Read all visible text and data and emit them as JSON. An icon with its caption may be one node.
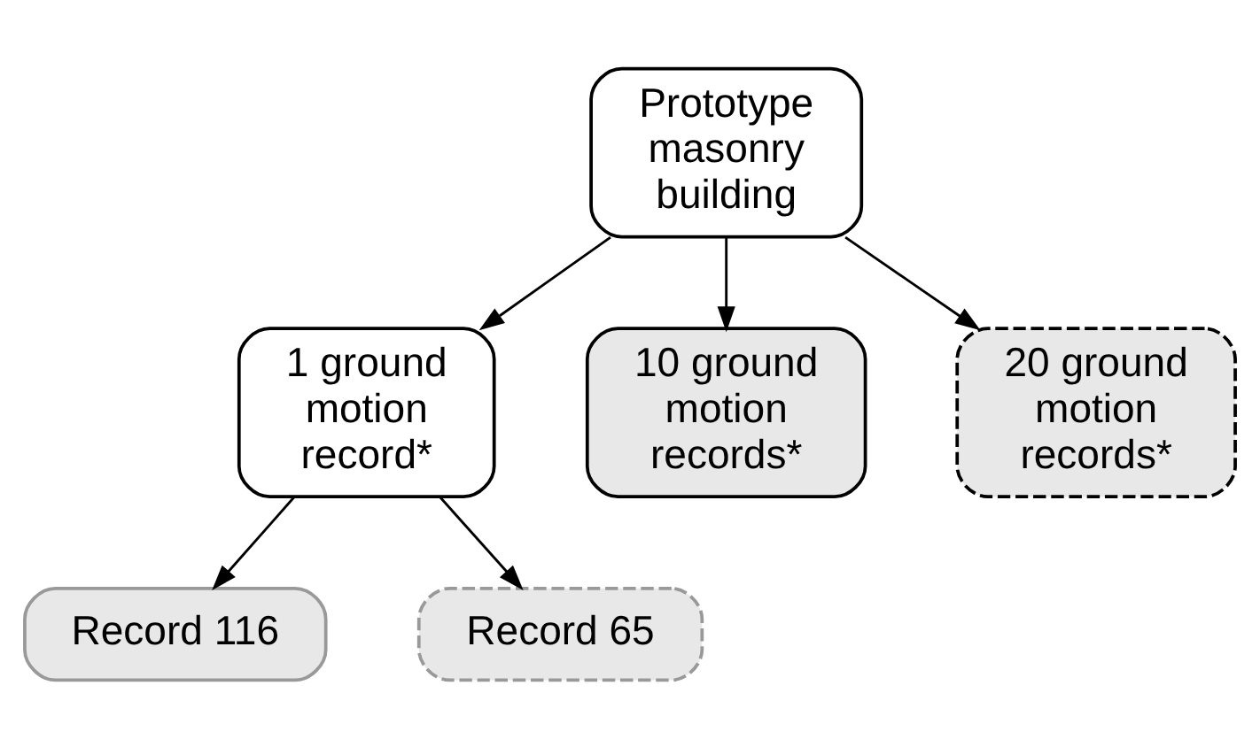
{
  "diagram": {
    "nodes": [
      {
        "text": [
          "Prototype masonry building"
        ]
      },
      {
        "text": [
          "1 ground motion record*"
        ]
      },
      {
        "text": [
          "10 ground motion records*"
        ]
      },
      {
        "text": [
          "20 ground motion records*"
        ]
      },
      {
        "text": [
          "Record 116"
        ]
      },
      {
        "text": [
          "Record 65"
        ]
      }
    ],
    "edges": [
      {
        "from": 0,
        "to": 1,
        "arrow": "to"
      },
      {
        "from": 0,
        "to": 2,
        "arrow": "to"
      },
      {
        "from": 0,
        "to": 3,
        "arrow": "to"
      },
      {
        "from": 1,
        "to": 4,
        "arrow": "to"
      },
      {
        "from": 1,
        "to": 5,
        "arrow": "to"
      }
    ]
  }
}
